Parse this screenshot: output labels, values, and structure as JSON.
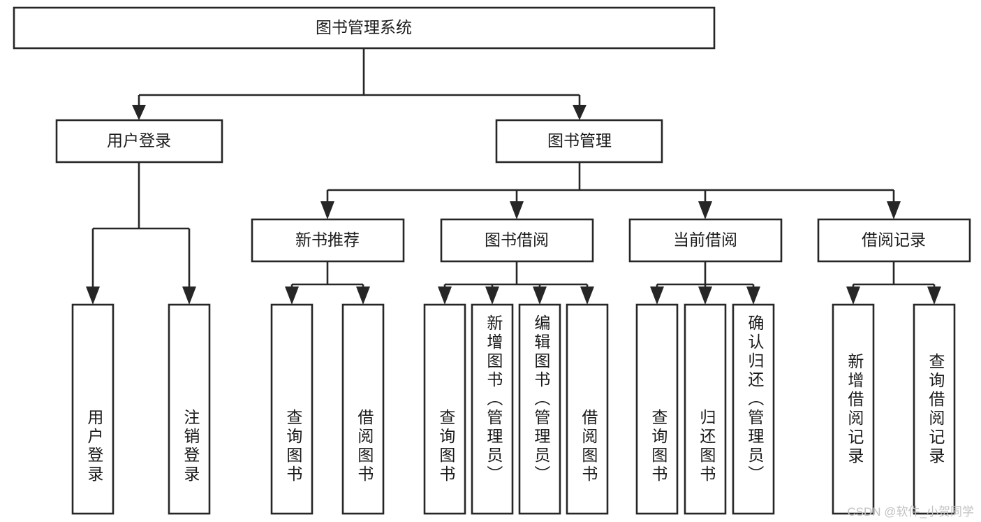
{
  "diagram": {
    "title": "图书管理系统",
    "type": "hierarchy-tree",
    "root": {
      "id": "root",
      "label": "图书管理系统"
    },
    "level2": [
      {
        "id": "user-login",
        "label": "用户登录"
      },
      {
        "id": "book-manage",
        "label": "图书管理"
      }
    ],
    "level3": [
      {
        "id": "new-book-rec",
        "label": "新书推荐"
      },
      {
        "id": "book-borrow",
        "label": "图书借阅"
      },
      {
        "id": "current-borrow",
        "label": "当前借阅"
      },
      {
        "id": "borrow-record",
        "label": "借阅记录"
      }
    ],
    "leaves": {
      "user-login": [
        {
          "id": "leaf-user-login",
          "label": "用户登录"
        },
        {
          "id": "leaf-logout",
          "label": "注销登录"
        }
      ],
      "new-book-rec": [
        {
          "id": "leaf-query-book-1",
          "label": "查询图书"
        },
        {
          "id": "leaf-borrow-book-1",
          "label": "借阅图书"
        }
      ],
      "book-borrow": [
        {
          "id": "leaf-query-book-2",
          "label": "查询图书"
        },
        {
          "id": "leaf-add-book",
          "label": "新增图书（管理员）"
        },
        {
          "id": "leaf-edit-book",
          "label": "编辑图书（管理员）"
        },
        {
          "id": "leaf-borrow-book-2",
          "label": "借阅图书"
        }
      ],
      "current-borrow": [
        {
          "id": "leaf-query-book-3",
          "label": "查询图书"
        },
        {
          "id": "leaf-return-book",
          "label": "归还图书"
        },
        {
          "id": "leaf-confirm-return",
          "label": "确认归还（管理员）"
        }
      ],
      "borrow-record": [
        {
          "id": "leaf-add-record",
          "label": "新增借阅记录"
        },
        {
          "id": "leaf-query-record",
          "label": "查询借阅记录"
        }
      ]
    }
  },
  "watermark": {
    "text": "CSDN @软件_小贺同学"
  },
  "colors": {
    "stroke": "#262626",
    "fill": "#ffffff",
    "text": "#1a1a1a",
    "watermark": "#c2c2c2"
  }
}
